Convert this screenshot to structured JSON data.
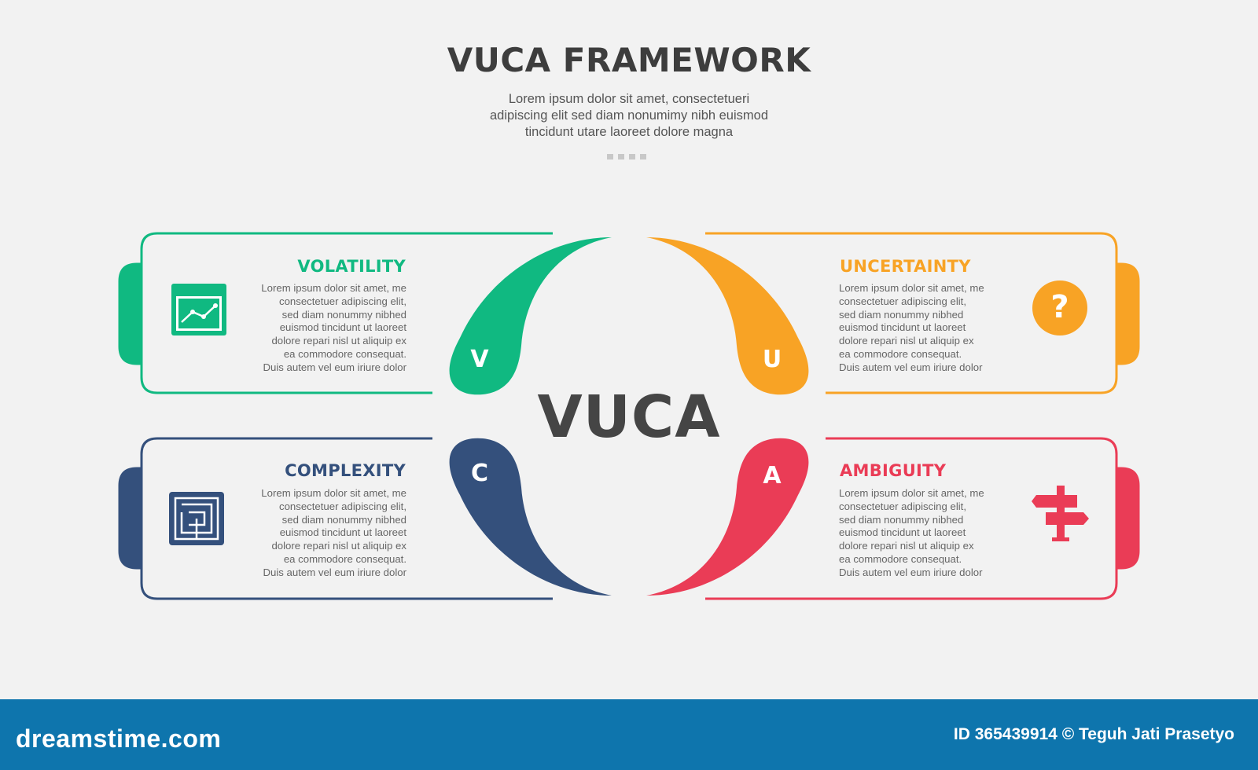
{
  "title": "VUCA FRAMEWORK",
  "subtitle": [
    "Lorem ipsum dolor sit amet, consectetueri",
    "adipiscing elit sed diam nonumimy nibh euismod",
    "tincidunt utare laoreet dolore magna"
  ],
  "center_label": "VUCA",
  "body_lines": [
    "Lorem ipsum dolor sit amet, me",
    "consectetuer adipiscing elit,",
    "sed diam nonummy nibhed",
    "euismod tincidunt ut laoreet",
    "dolore repari  nisl ut aliquip ex",
    "ea commodore  consequat.",
    "Duis autem vel eum iriure dolor"
  ],
  "items": [
    {
      "letter": "V",
      "title": "VOLATILITY",
      "color": "#10b981",
      "icon": "chart-icon"
    },
    {
      "letter": "U",
      "title": "UNCERTAINTY",
      "color": "#f8a325",
      "icon": "question-icon"
    },
    {
      "letter": "C",
      "title": "COMPLEXITY",
      "color": "#34507c",
      "icon": "maze-icon"
    },
    {
      "letter": "A",
      "title": "AMBIGUITY",
      "color": "#ea3c56",
      "icon": "signpost-icon"
    }
  ],
  "footer": {
    "brand": "dreamstime.com",
    "credit": "ID 365439914 © Teguh Jati Prasetyo"
  }
}
